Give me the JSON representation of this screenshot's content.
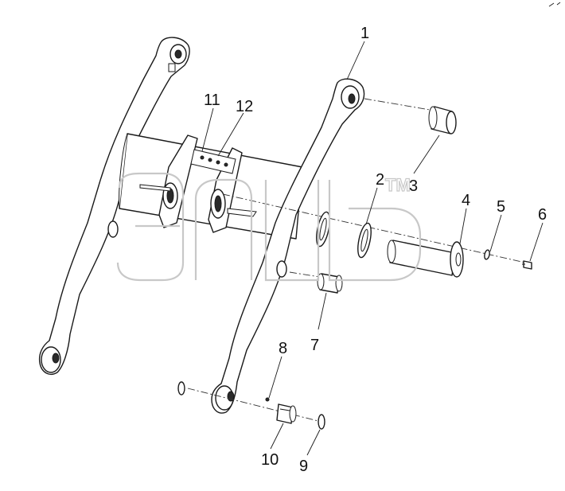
{
  "diagram": {
    "callouts": [
      {
        "id": "1",
        "text": "1"
      },
      {
        "id": "2",
        "text": "2"
      },
      {
        "id": "3",
        "text": "3"
      },
      {
        "id": "4",
        "text": "4"
      },
      {
        "id": "5",
        "text": "5"
      },
      {
        "id": "6",
        "text": "6"
      },
      {
        "id": "7",
        "text": "7"
      },
      {
        "id": "8",
        "text": "8"
      },
      {
        "id": "9",
        "text": "9"
      },
      {
        "id": "10",
        "text": "10"
      },
      {
        "id": "11",
        "text": "11"
      },
      {
        "id": "12",
        "text": "12"
      }
    ],
    "watermark": {
      "letters": "элб",
      "mark": "TM"
    }
  }
}
